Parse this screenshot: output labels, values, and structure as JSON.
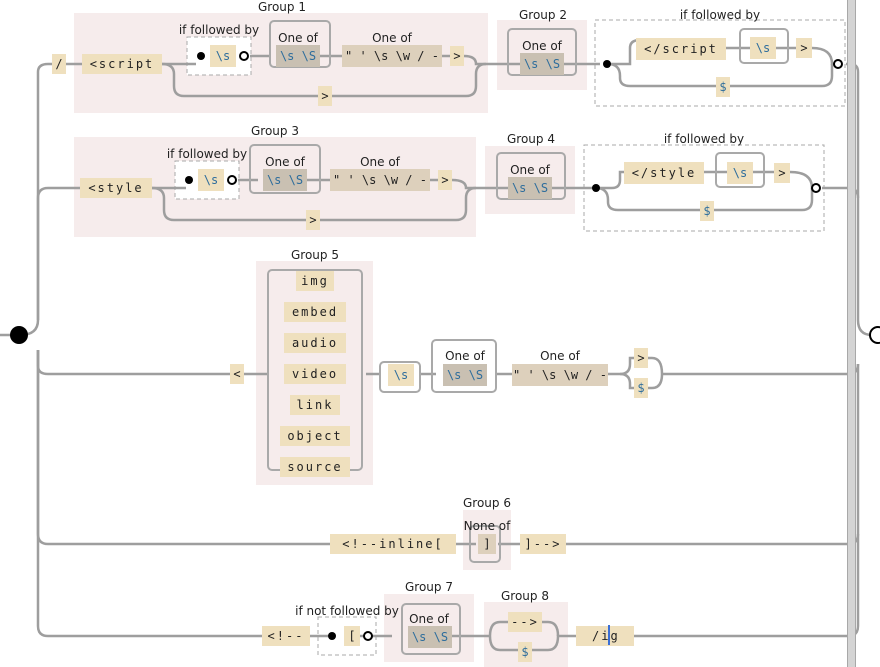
{
  "diagram": {
    "groups": {
      "g1": "Group 1",
      "g2": "Group 2",
      "g3": "Group 3",
      "g4": "Group 4",
      "g5": "Group 5",
      "g6": "Group 6",
      "g7": "Group 7",
      "g8": "Group 8"
    },
    "labels": {
      "if_followed_by": "if followed by",
      "if_not_followed_by": "if not followed by",
      "one_of": "One of",
      "none_of": "None of"
    },
    "tokens": {
      "slash": "/",
      "script_open": "<script",
      "ws": "\\s",
      "ws_nws": "\\s \\S",
      "attr_chars": "\" ' \\s \\w / -",
      "gt": ">",
      "dollar": "$",
      "script_close": "</script",
      "style_open": "<style",
      "style_close": "</style",
      "lt": "<",
      "tag_names": [
        "img",
        "embed",
        "audio",
        "video",
        "link",
        "object",
        "source"
      ],
      "inline_open": "<!--inline[",
      "bracket_close": "]",
      "inline_close": "]-->",
      "comment_open": "<!--",
      "bracket_open": "[",
      "comment_close": "-->",
      "flags": "/ig"
    }
  }
}
